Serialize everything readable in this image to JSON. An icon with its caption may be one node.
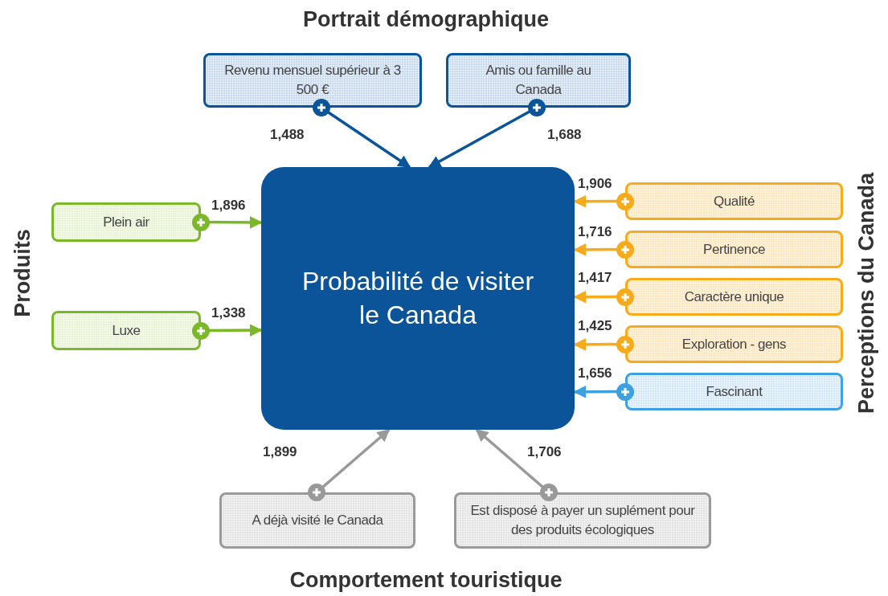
{
  "diagram": {
    "nodes": [
      {
        "text": [
          "Probabilité de visiter le Canada"
        ]
      },
      {
        "text": [
          "Revenu mensuel supérieur à 3 500 €"
        ]
      },
      {
        "text": [
          "Amis ou famille au Canada"
        ]
      },
      {
        "text": [
          "Plein air"
        ]
      },
      {
        "text": [
          "Luxe"
        ]
      },
      {
        "text": [
          "Qualité"
        ]
      },
      {
        "text": [
          "Pertinence"
        ]
      },
      {
        "text": [
          "Caractère unique"
        ]
      },
      {
        "text": [
          "Exploration - gens"
        ]
      },
      {
        "text": [
          "Fascinant"
        ]
      },
      {
        "text": [
          "A déjà visité le Canada"
        ]
      },
      {
        "text": [
          "Est disposé à payer un suplément pour des produits écologiques"
        ]
      }
    ],
    "edges": [
      {
        "from": 1,
        "to": 0,
        "arrow": "to",
        "label": "1,488",
        "color": "#0a5499"
      },
      {
        "from": 2,
        "to": 0,
        "arrow": "to",
        "label": "1,688",
        "color": "#0a5499"
      },
      {
        "from": 3,
        "to": 0,
        "arrow": "to",
        "label": "1,896",
        "color": "#7ab829"
      },
      {
        "from": 4,
        "to": 0,
        "arrow": "to",
        "label": "1,338",
        "color": "#7ab829"
      },
      {
        "from": 5,
        "to": 0,
        "arrow": "to",
        "label": "1,906"
      },
      {
        "from": 6,
        "to": 0,
        "arrow": "to",
        "label": "1,716"
      },
      {
        "from": 7,
        "to": 0,
        "arrow": "to",
        "label": "1,417"
      },
      {
        "from": 8,
        "to": 0,
        "arrow": "to",
        "label": "1,425"
      },
      {
        "from": 9,
        "to": 0,
        "arrow": "to",
        "label": "1,656",
        "color": "#3da0e0"
      },
      {
        "from": 10,
        "to": 0,
        "arrow": "to",
        "label": "1,899",
        "color": "#999999"
      },
      {
        "from": 11,
        "to": 0,
        "arrow": "to",
        "label": "1,706",
        "color": "#999999"
      }
    ],
    "labels": [
      "Portrait démographique",
      "Produits",
      "Perceptions du Canada",
      "Comportement touristique"
    ]
  }
}
